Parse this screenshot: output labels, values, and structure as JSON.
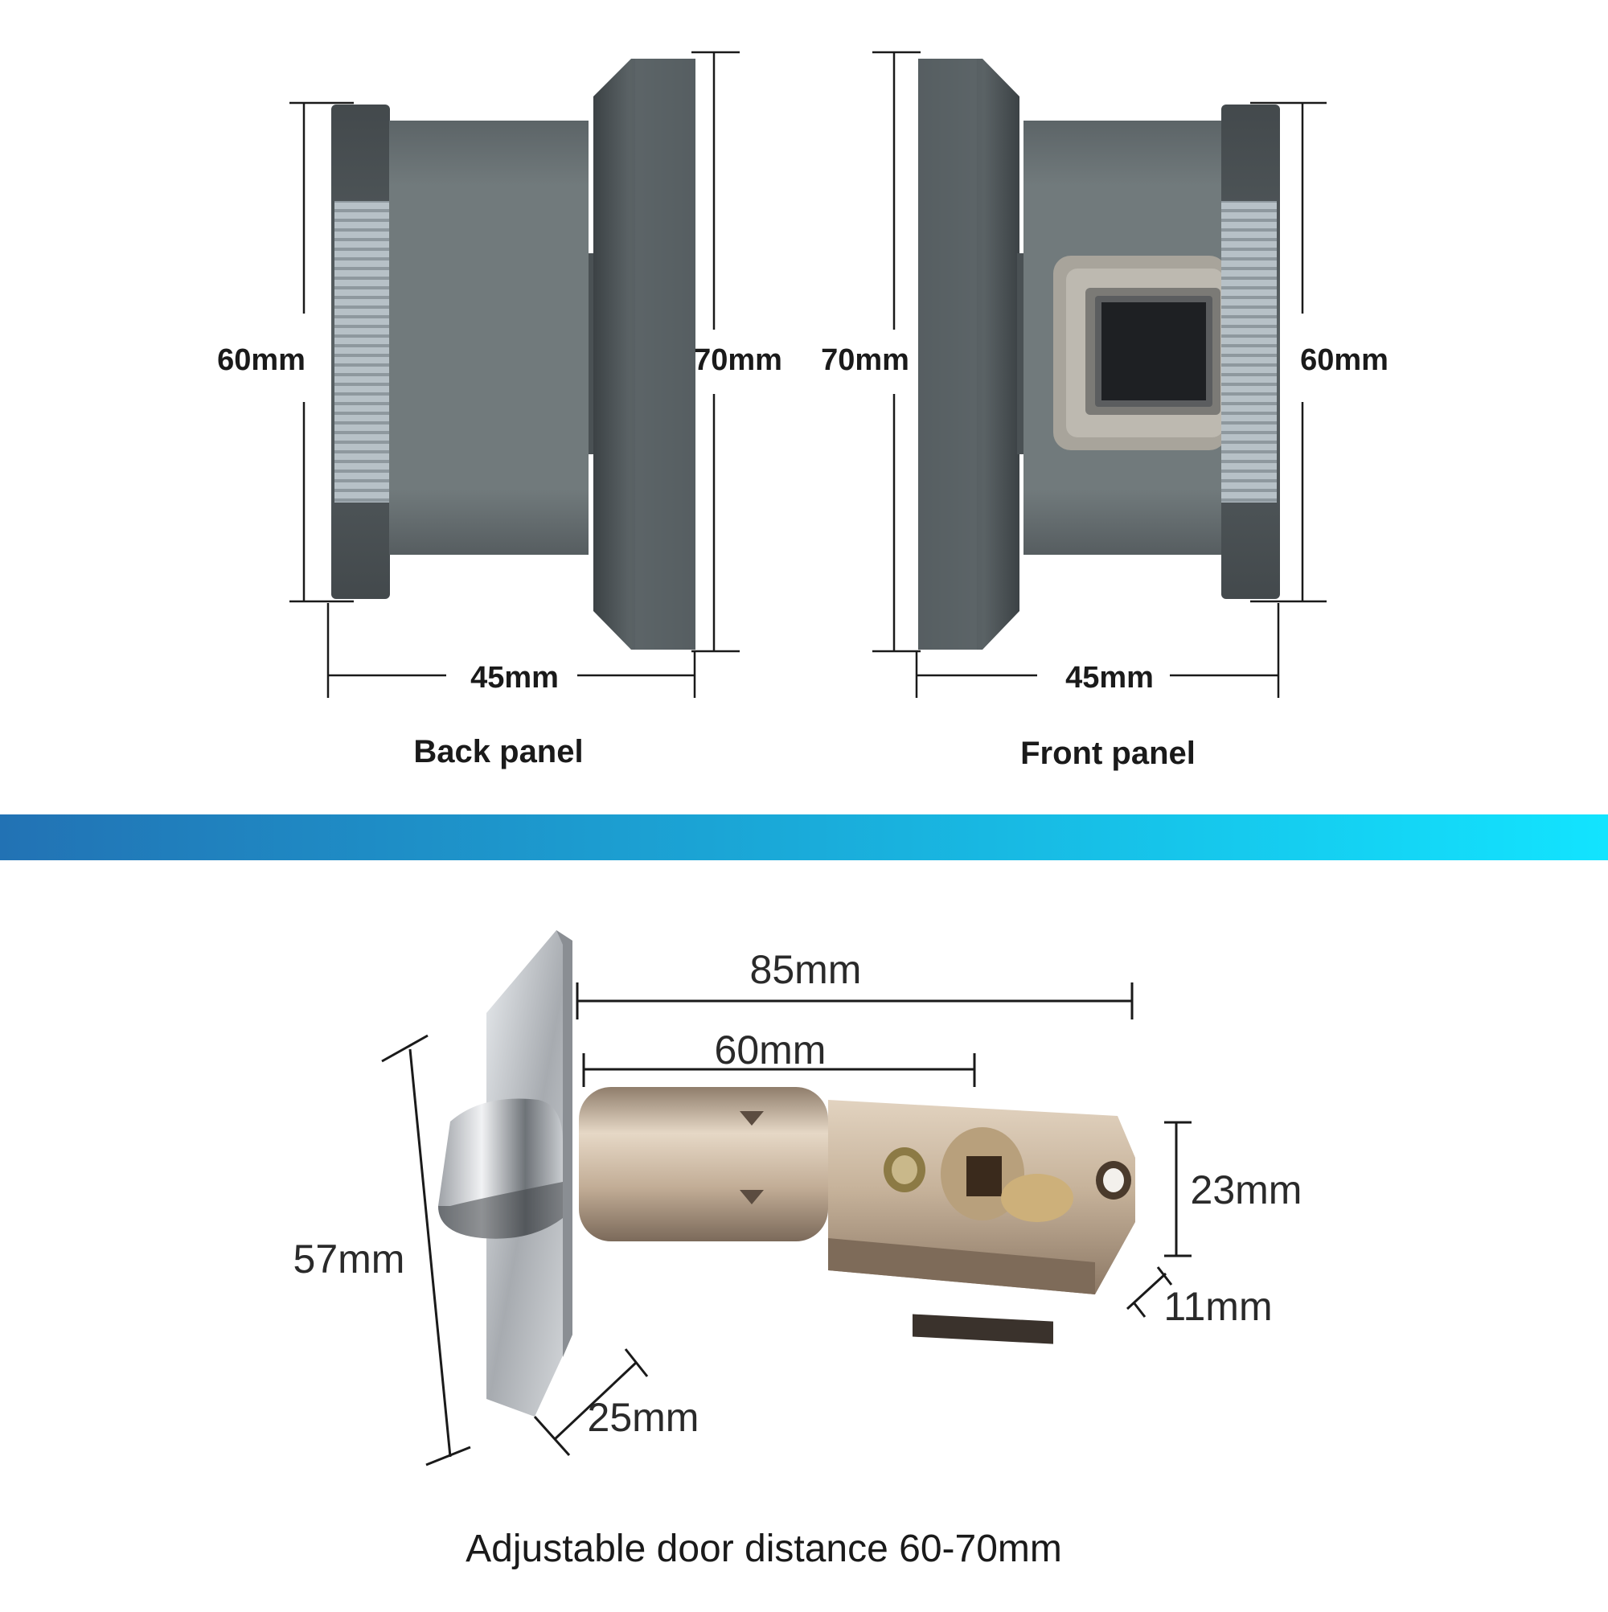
{
  "colors": {
    "body_dark": "#5f676a",
    "body_mid": "#737c7e",
    "knob_dark": "#4a5154",
    "grip": "#aab4bb",
    "sensor_frame": "#a8a49b",
    "sensor": "#1e2023",
    "band_start": "#2272b4",
    "band_end": "#12e4ff",
    "brass": "#c9b59d",
    "chrome": "#bfc2c6"
  },
  "back_panel": {
    "caption": "Back panel",
    "height_knob": "60mm",
    "height_plate": "70mm",
    "depth": "45mm"
  },
  "front_panel": {
    "caption": "Front panel",
    "height_plate": "70mm",
    "height_knob": "60mm",
    "depth": "45mm",
    "sensor_icon": "fingerprint-sensor-icon"
  },
  "latch": {
    "length_total": "85mm",
    "length_bolt": "60mm",
    "height_plate": "57mm",
    "width_plate": "25mm",
    "height_case": "23mm",
    "width_case": "11mm",
    "caption": "Adjustable door distance 60-70mm"
  }
}
